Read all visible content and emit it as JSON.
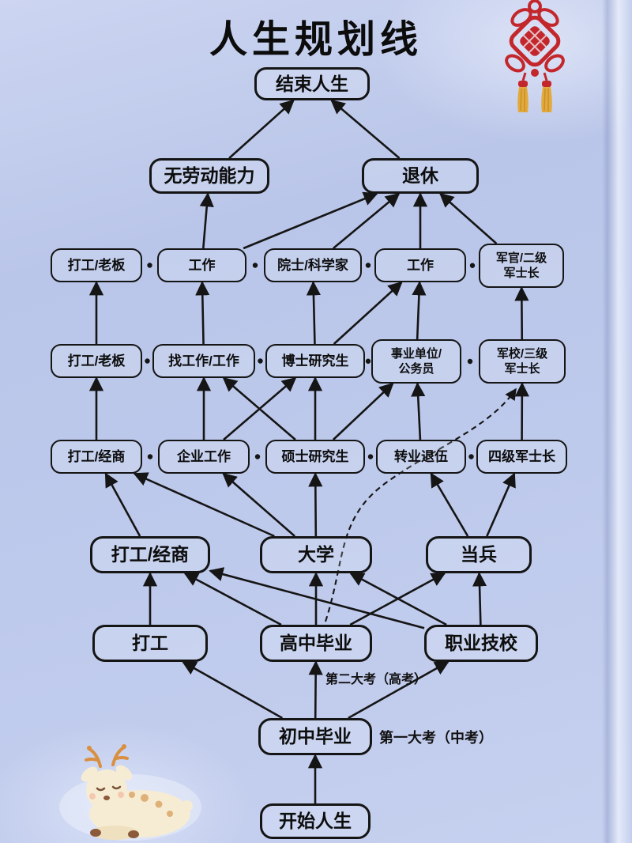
{
  "title": "人生规划线",
  "nodes": {
    "end_life": "结束人生",
    "no_labor": "无劳动能力",
    "retire": "退休",
    "r3_boss": "打工/老板",
    "r3_work_l": "工作",
    "r3_scientist": "院士/科学家",
    "r3_work_r": "工作",
    "r3_officer": "军官/二级\n军士长",
    "r4_boss": "打工/老板",
    "r4_findwork": "找工作/工作",
    "r4_phd": "博士研究生",
    "r4_civil": "事业单位/\n公务员",
    "r4_academy": "军校/三级\n军士长",
    "r5_business": "打工/经商",
    "r5_company": "企业工作",
    "r5_master": "硕士研究生",
    "r5_veteran": "转业退伍",
    "r5_sergeant4": "四级军士长",
    "r6_business": "打工/经商",
    "r6_college": "大学",
    "r6_army": "当兵",
    "r7_work": "打工",
    "r7_highschool": "高中毕业",
    "r7_vocational": "职业技校",
    "r8_juniorhigh": "初中毕业",
    "r9_start": "开始人生"
  },
  "labels": {
    "exam_gaokao": "第二大考（高考）",
    "exam_zhongkao": "第一大考（中考）"
  },
  "edges": [
    {
      "from": "no_labor",
      "to": "end_life"
    },
    {
      "from": "retire",
      "to": "end_life"
    },
    {
      "from": "r3_work_l",
      "to": "no_labor"
    },
    {
      "from": "r3_work_l",
      "to": "retire"
    },
    {
      "from": "r3_scientist",
      "to": "retire"
    },
    {
      "from": "r3_work_r",
      "to": "retire"
    },
    {
      "from": "r3_officer",
      "to": "retire"
    },
    {
      "from": "r4_boss",
      "to": "r3_boss"
    },
    {
      "from": "r4_findwork",
      "to": "r3_work_l"
    },
    {
      "from": "r4_phd",
      "to": "r3_scientist"
    },
    {
      "from": "r4_phd",
      "to": "r3_work_r"
    },
    {
      "from": "r4_civil",
      "to": "r3_work_r"
    },
    {
      "from": "r4_academy",
      "to": "r3_officer"
    },
    {
      "from": "r5_business",
      "to": "r4_boss"
    },
    {
      "from": "r5_company",
      "to": "r4_findwork"
    },
    {
      "from": "r5_company",
      "to": "r4_phd"
    },
    {
      "from": "r5_master",
      "to": "r4_findwork"
    },
    {
      "from": "r5_master",
      "to": "r4_phd"
    },
    {
      "from": "r5_master",
      "to": "r4_civil"
    },
    {
      "from": "r5_veteran",
      "to": "r4_civil"
    },
    {
      "from": "r5_sergeant4",
      "to": "r4_academy"
    },
    {
      "from": "r6_business",
      "to": "r5_business"
    },
    {
      "from": "r6_college",
      "to": "r5_business"
    },
    {
      "from": "r6_college",
      "to": "r5_company"
    },
    {
      "from": "r6_college",
      "to": "r5_master"
    },
    {
      "from": "r6_army",
      "to": "r5_veteran"
    },
    {
      "from": "r6_army",
      "to": "r5_sergeant4"
    },
    {
      "from": "r7_work",
      "to": "r6_business"
    },
    {
      "from": "r7_highschool",
      "to": "r6_business"
    },
    {
      "from": "r7_highschool",
      "to": "r6_college"
    },
    {
      "from": "r7_highschool",
      "to": "r6_army"
    },
    {
      "from": "r7_vocational",
      "to": "r6_business"
    },
    {
      "from": "r7_vocational",
      "to": "r6_college"
    },
    {
      "from": "r7_vocational",
      "to": "r6_army"
    },
    {
      "from": "r7_highschool",
      "to": "r4_academy",
      "dashed": true
    },
    {
      "from": "r8_juniorhigh",
      "to": "r7_work"
    },
    {
      "from": "r8_juniorhigh",
      "to": "r7_highschool"
    },
    {
      "from": "r8_juniorhigh",
      "to": "r7_vocational"
    },
    {
      "from": "r9_start",
      "to": "r8_juniorhigh"
    }
  ],
  "decorations": {
    "top_right": "chinese-knot-icon",
    "bottom_left": "deer-cartoon"
  },
  "colors": {
    "background": "#bdc9ea",
    "box_border": "#151515",
    "arrow": "#151515",
    "knot_red": "#c3272b",
    "tassel_gold": "#e2aa3c"
  }
}
